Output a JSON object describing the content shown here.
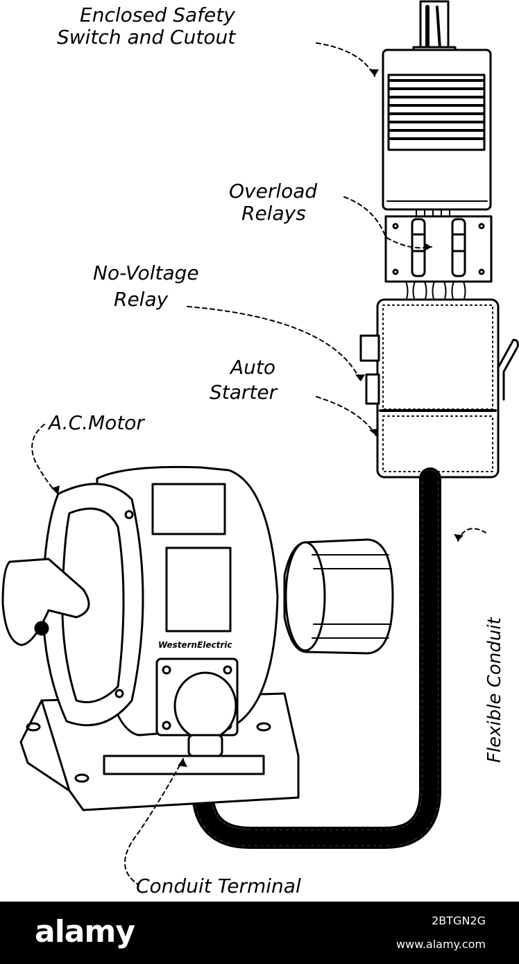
{
  "labels": {
    "safety_switch_line1": "Enclosed Safety",
    "safety_switch_line2": "Switch and Cutout",
    "overload_line1": "Overload",
    "overload_line2": "Relays",
    "novoltage_line1": "No-Voltage",
    "novoltage_line2": "Relay",
    "auto_line1": "Auto",
    "auto_line2": "Starter",
    "motor": "A.C.Motor",
    "flexible_conduit": "Flexible Conduit",
    "conduit_terminal": "Conduit Terminal",
    "nameplate": "WesternElectric"
  },
  "footer": {
    "logo": "alamy",
    "image_code": "2BTGN2G",
    "site": "www.alamy.com"
  },
  "colors": {
    "ink": "#000000",
    "paper": "#ffffff",
    "footer_bg": "#000000",
    "footer_text": "#ffffff"
  }
}
